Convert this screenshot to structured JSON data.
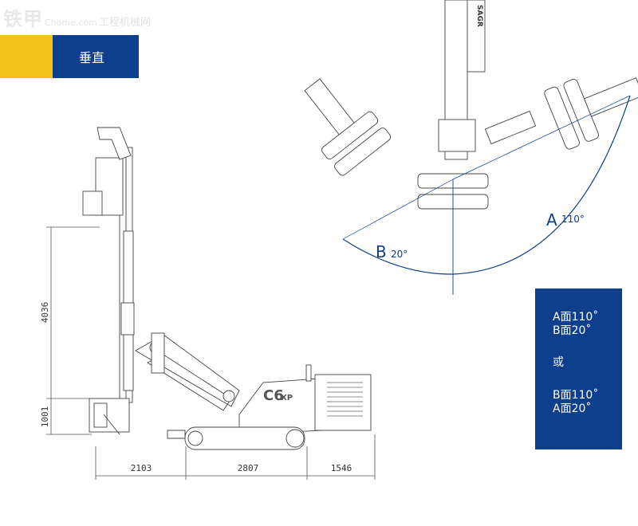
{
  "watermark": {
    "main": "铁甲",
    "sub": "工程机械网",
    "url": "Chome.com"
  },
  "header": {
    "section_label": "垂直"
  },
  "dimensions": {
    "height_upper": "4036",
    "height_lower": "1001",
    "length_1": "2103",
    "length_2": "2807",
    "length_3": "1546"
  },
  "machine": {
    "model": "C6",
    "model_suffix": "XP"
  },
  "mast_brand": "SAGR",
  "angles": {
    "a_letter": "A",
    "a_value": "110°",
    "b_letter": "B",
    "b_value": "20°"
  },
  "info_panel": {
    "line1": "A面110˚",
    "line2": "B面20˚",
    "or": "或",
    "line3": "B面110˚",
    "line4": "A面20˚"
  },
  "colors": {
    "accent_blue": "#0d3f8c",
    "accent_yellow": "#f5c21b"
  }
}
